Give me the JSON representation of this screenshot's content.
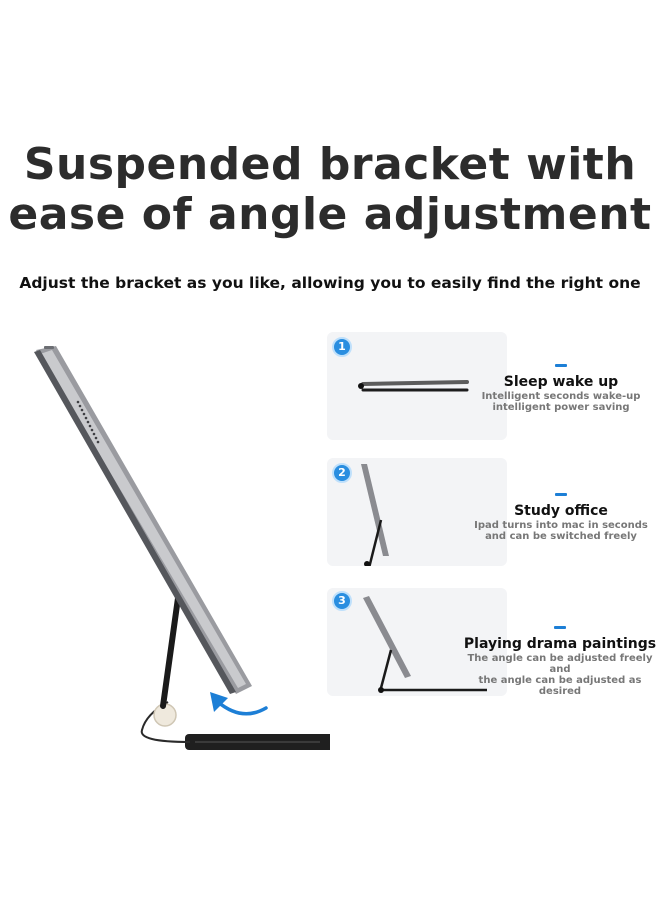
{
  "headline": {
    "line1": "Suspended bracket with",
    "line2": "ease of angle adjustment"
  },
  "subheadline": "Adjust the bracket as you like, allowing you to easily find the right one",
  "colors": {
    "accent": "#1d7fd6",
    "badge": "#2a8ee0",
    "card_bg": "#f3f4f6",
    "text": "#2c2c2c"
  },
  "steps": [
    {
      "number": "1",
      "title": "Sleep wake up",
      "desc_line1": "Intelligent seconds wake-up",
      "desc_line2": "intelligent power saving"
    },
    {
      "number": "2",
      "title": "Study office",
      "desc_line1": "Ipad turns into mac in seconds",
      "desc_line2": "and can be switched freely"
    },
    {
      "number": "3",
      "title": "Playing drama paintings",
      "desc_line1": "The angle can be adjusted freely and",
      "desc_line2": "the angle can be adjusted as desired"
    }
  ],
  "icons": {
    "rotate_arrow": "curved-arrow-icon",
    "hinge": "hinge-knob-icon"
  }
}
